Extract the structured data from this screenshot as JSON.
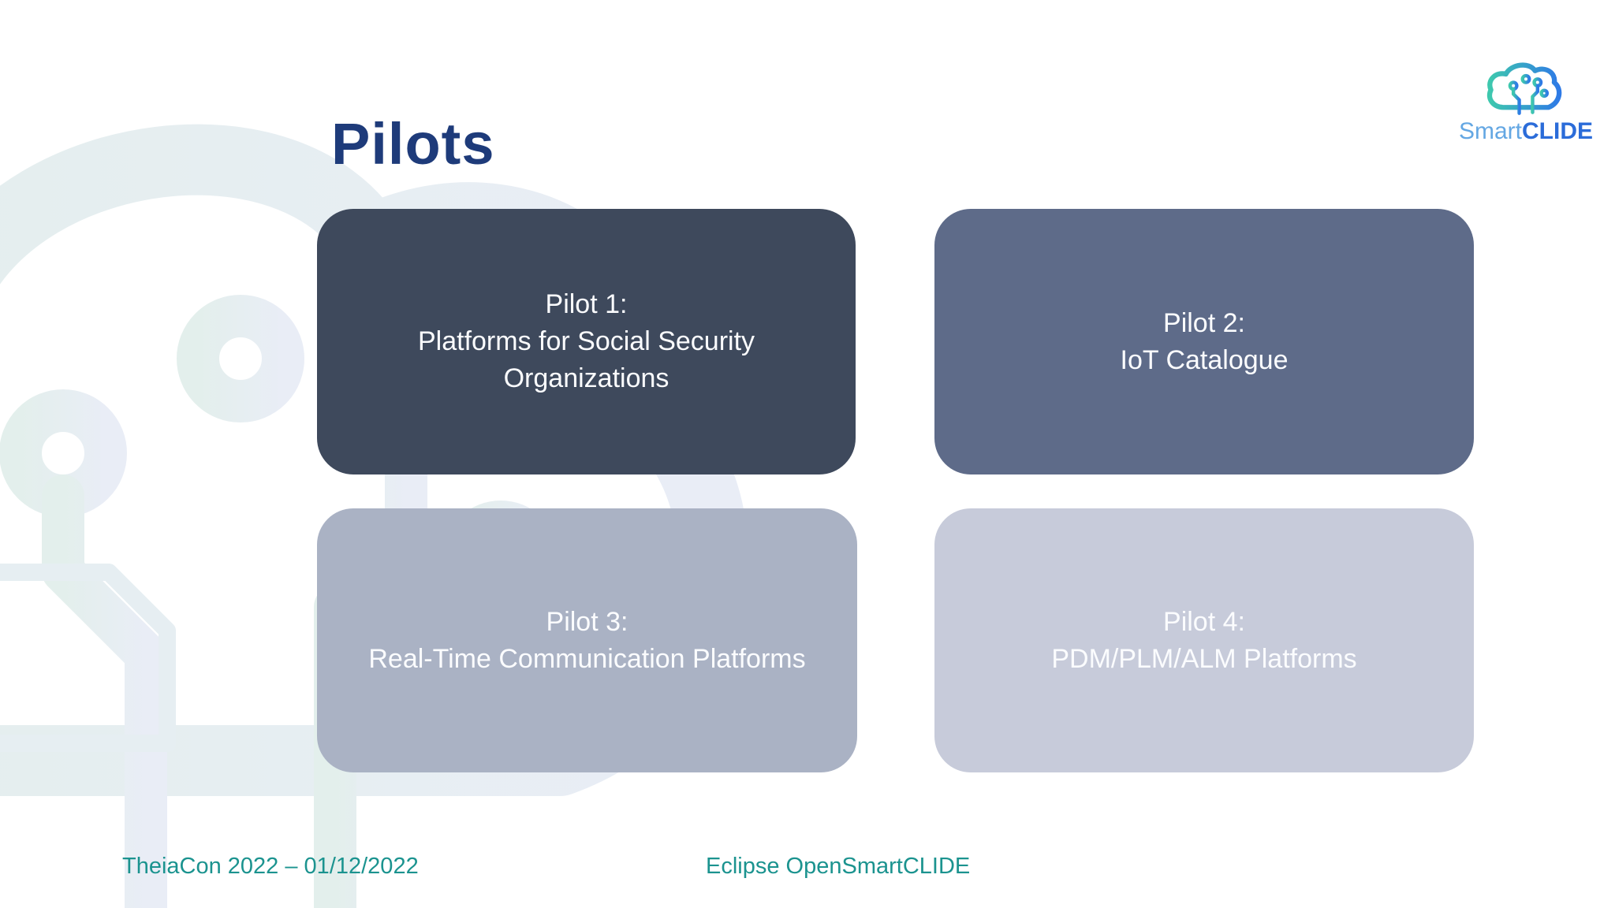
{
  "slide": {
    "title": "Pilots"
  },
  "logo": {
    "smart": "Smart",
    "clide": "CLIDE",
    "cloud_gradient_start": "#3ec8ae",
    "cloud_gradient_end": "#2e7ae6",
    "smart_color": "#64a7e3",
    "clide_color": "#2b6cd9"
  },
  "pilots": [
    {
      "title": "Pilot 1:",
      "subtitle": "Platforms for Social Security Organizations",
      "bg": "#3e495c"
    },
    {
      "title": "Pilot 2:",
      "subtitle": "IoT Catalogue",
      "bg": "#5e6b89"
    },
    {
      "title": "Pilot 3:",
      "subtitle": "Real-Time Communication Platforms",
      "bg": "#aab2c4"
    },
    {
      "title": "Pilot 4:",
      "subtitle": "PDM/PLM/ALM Platforms",
      "bg": "#c7cbda"
    }
  ],
  "footer": {
    "left": "TheiaCon 2022 – 01/12/2022",
    "center": "Eclipse OpenSmartCLIDE",
    "color": "#1b938f"
  },
  "colors": {
    "title": "#1e3b7a",
    "card_text": "#fbfcfe",
    "watermark_start": "#e3efec",
    "watermark_end": "#e9edf6",
    "background": "#ffffff"
  }
}
